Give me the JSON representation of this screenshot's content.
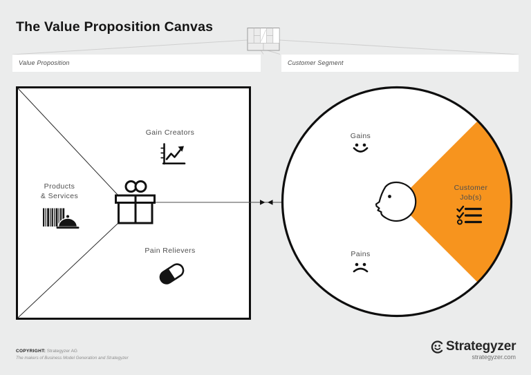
{
  "title": "The Value Proposition Canvas",
  "colors": {
    "orange": "#F7941E"
  },
  "bars": {
    "value_proposition": "Value Proposition",
    "customer_segment": "Customer Segment"
  },
  "value_map": {
    "gain_creators": "Gain Creators",
    "products_services": "Products\n& Services",
    "pain_relievers": "Pain Relievers",
    "center_icon": "gift-icon"
  },
  "customer_profile": {
    "gains": "Gains",
    "customer_jobs": "Customer\nJob(s)",
    "pains": "Pains",
    "center_icon": "head-profile-icon"
  },
  "footer": {
    "copyright_label": "COPYRIGHT:",
    "copyright_owner": " Strategyzer AG",
    "tagline": "The makers of Business Model Generation and Strategyzer",
    "brand": "Strategyzer",
    "website": "strategyzer.com"
  }
}
